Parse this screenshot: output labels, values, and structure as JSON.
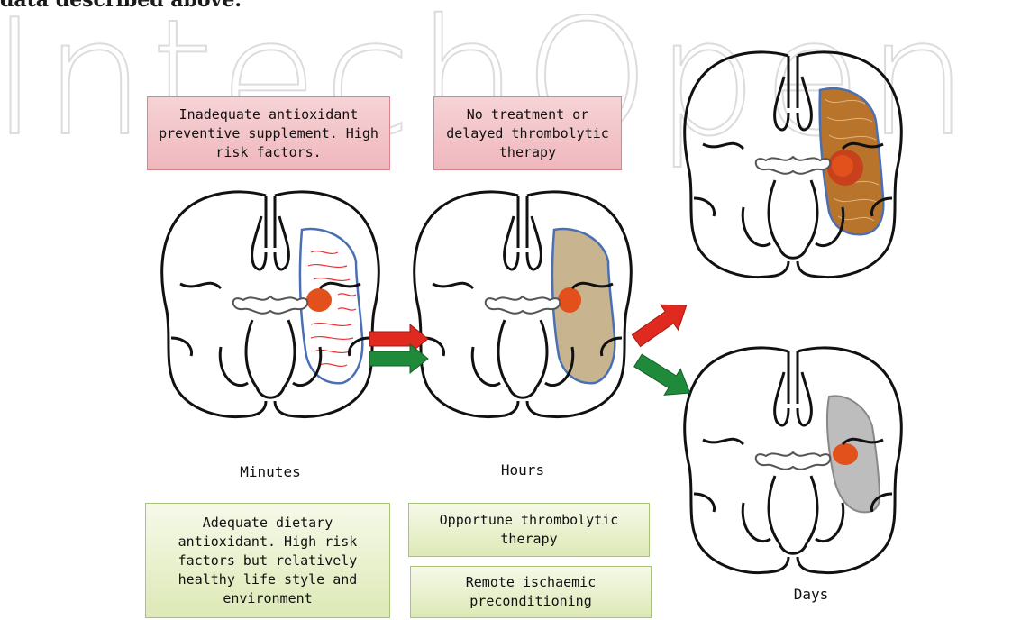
{
  "header_text": "data described above.",
  "watermark": "IntechOpen",
  "boxes": {
    "risk_factors": "Inadequate antioxidant preventive supplement. High risk factors.",
    "no_treatment": "No treatment or delayed thrombolytic therapy",
    "dietary_antioxidant": "Adequate dietary antioxidant. High risk factors but relatively healthy life style and environment",
    "thrombolytic": "Opportune thrombolytic therapy",
    "preconditioning": "Remote ischaemic preconditioning"
  },
  "stages": {
    "minutes": "Minutes",
    "hours": "Hours",
    "days": "Days"
  },
  "colors": {
    "bad_path": "#e02a20",
    "good_path": "#1f8a3a",
    "core": "#e2501c",
    "penumbra_hours": "#c8b48e",
    "penumbra_days_bad": "#b9742c",
    "penumbra_days_good": "#bdbdbd"
  }
}
